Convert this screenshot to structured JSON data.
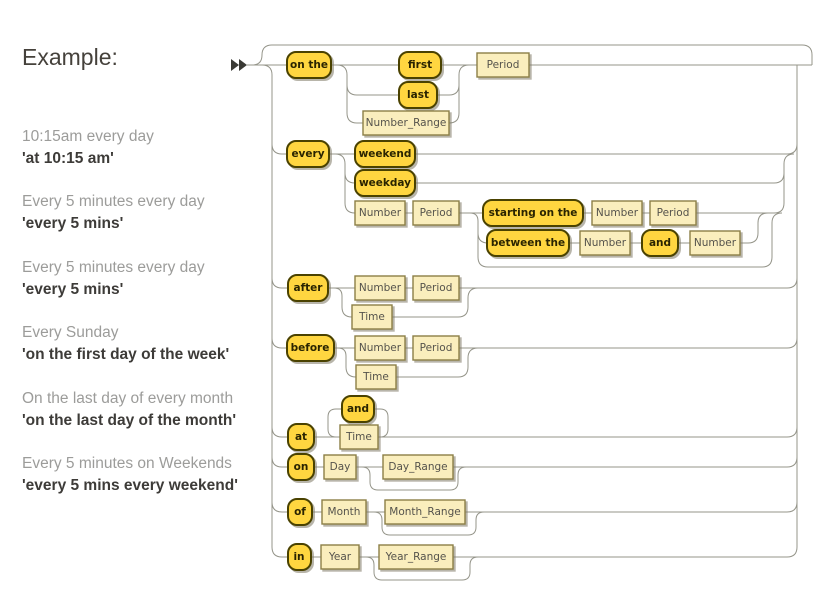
{
  "examples": {
    "title": "Example:",
    "items": [
      {
        "description": "10:15am every day",
        "expression": "'at 10:15 am'"
      },
      {
        "description": "Every 5 minutes every day",
        "expression": "'every 5 mins'"
      },
      {
        "description": "Every 5 minutes every day",
        "expression": "'every 5 mins'"
      },
      {
        "description": "Every Sunday",
        "expression": "'on the first day of the week'"
      },
      {
        "description": "On the last day of every month",
        "expression": "'on the last day of the month'"
      },
      {
        "description": "Every 5 minutes on Weekends",
        "expression": "'every 5 mins every weekend'"
      }
    ]
  },
  "diagram": {
    "keywords": {
      "on_the": "on the",
      "first": "first",
      "last": "last",
      "every": "every",
      "weekend": "weekend",
      "weekday": "weekday",
      "starting_on_the": "starting on the",
      "between_the": "between the",
      "and": "and",
      "after": "after",
      "before": "before",
      "at": "at",
      "on": "on",
      "of": "of",
      "in": "in"
    },
    "nonterminals": {
      "period": "Period",
      "number_range": "Number_Range",
      "number": "Number",
      "time": "Time",
      "day": "Day",
      "day_range": "Day_Range",
      "month": "Month",
      "month_range": "Month_Range",
      "year": "Year",
      "year_range": "Year_Range"
    },
    "colors": {
      "keyword_fill": "#FFD640",
      "keyword_border": "#4A4200",
      "nonterminal_fill": "#FAEEBD",
      "nonterminal_border": "#8C7F46",
      "line": "#95958A",
      "background": "#FFFFFF"
    }
  }
}
